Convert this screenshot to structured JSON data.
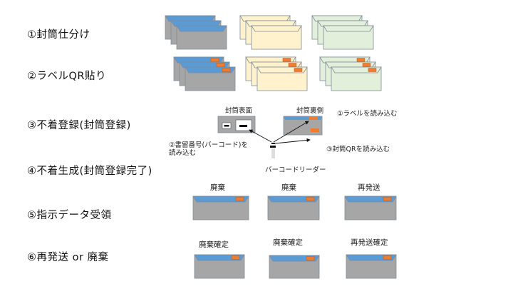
{
  "steps": [
    "①封筒仕分け",
    "②ラベルQR貼り",
    "③不着登録(封筒登録)",
    "④不着生成(封筒登録完了)",
    "⑤指示データ受領",
    "⑥再発送 or 廃棄"
  ],
  "register": {
    "front_label": "封筒表面",
    "back_label": "封筒裏側",
    "note1": "①ラベルを読み込む",
    "note2_line1": "②書留番号(バーコード)を",
    "note2_line2": "読み込む",
    "note3": "③封筒QRを読み込む",
    "reader": "バーコードリーダー"
  },
  "instructions": [
    "廃棄",
    "廃棄",
    "再発送"
  ],
  "results": [
    "廃棄確定",
    "廃棄確定",
    "再発送確定"
  ],
  "colors": {
    "gray": "#a6a6a6",
    "blue": "#5b9bd5",
    "cream": "#fff2cc",
    "green": "#e2efda",
    "orange": "#ed7d31",
    "edge": "#7f8c99"
  }
}
